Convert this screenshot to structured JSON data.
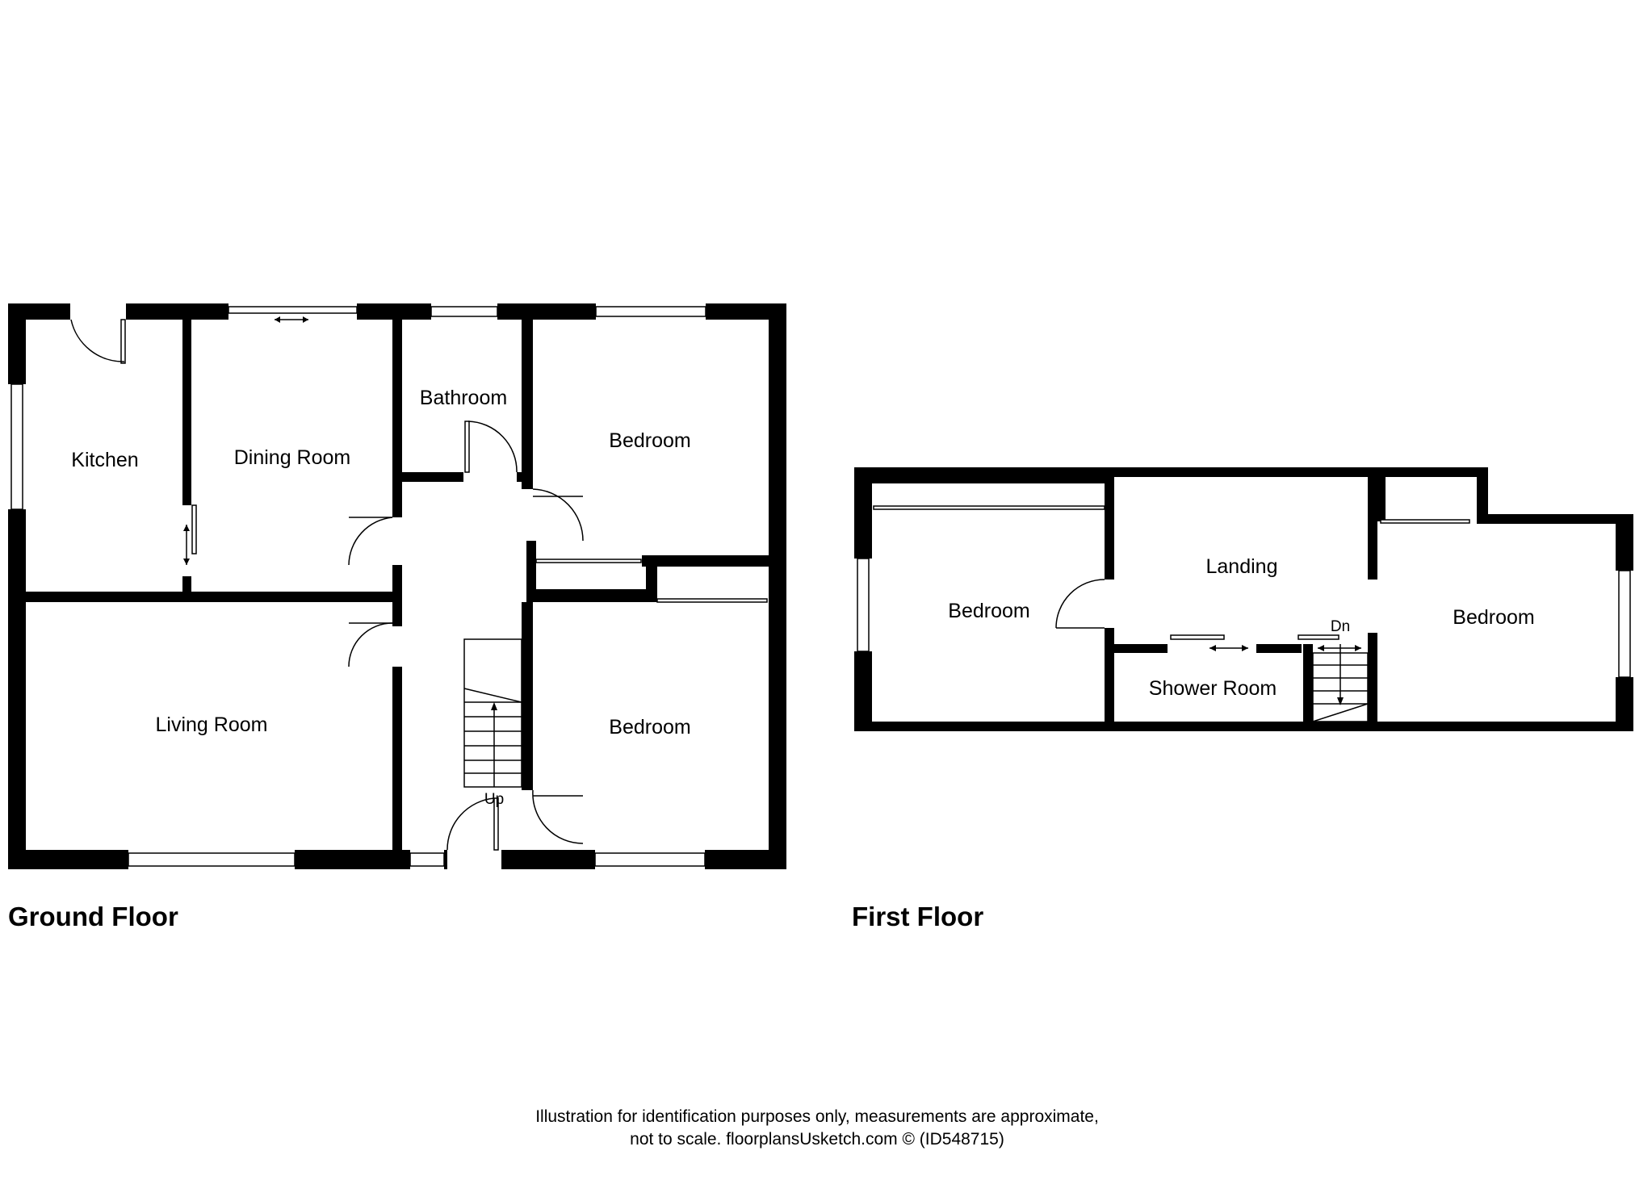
{
  "floors": {
    "ground": {
      "title": "Ground Floor",
      "rooms": {
        "kitchen": "Kitchen",
        "dining": "Dining Room",
        "bathroom": "Bathroom",
        "bedroom_rear": "Bedroom",
        "living": "Living Room",
        "bedroom_front": "Bedroom"
      },
      "stairs_label": "Up"
    },
    "first": {
      "title": "First Floor",
      "rooms": {
        "bedroom_left": "Bedroom",
        "landing": "Landing",
        "shower": "Shower Room",
        "bedroom_right": "Bedroom"
      },
      "stairs_label": "Dn"
    }
  },
  "footer": {
    "line1": "Illustration for identification purposes only, measurements are approximate,",
    "line2": "not to scale. floorplansUsketch.com © (ID548715)"
  }
}
